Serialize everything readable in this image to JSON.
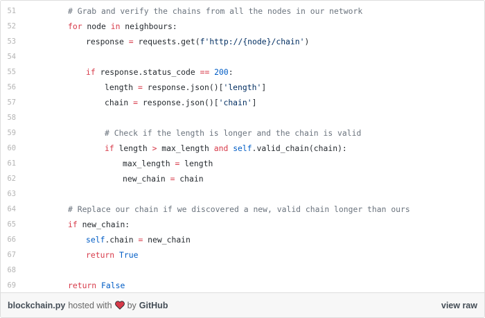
{
  "code": {
    "lines": [
      {
        "number": "51",
        "tokens": [
          {
            "text": "# Grab and verify the chains from all the nodes in our network",
            "type": "comment"
          }
        ]
      },
      {
        "number": "52",
        "tokens": [
          {
            "text": "for",
            "type": "keyword"
          },
          {
            "text": " node ",
            "type": "plain"
          },
          {
            "text": "in",
            "type": "keyword"
          },
          {
            "text": " neighbours:",
            "type": "plain"
          }
        ]
      },
      {
        "number": "53",
        "tokens": [
          {
            "text": "response ",
            "type": "plain"
          },
          {
            "text": "=",
            "type": "keyword"
          },
          {
            "text": " requests.get(",
            "type": "plain"
          },
          {
            "text": "f'http://{node}/chain'",
            "type": "string"
          },
          {
            "text": ")",
            "type": "plain"
          }
        ]
      },
      {
        "number": "54",
        "tokens": []
      },
      {
        "number": "55",
        "tokens": [
          {
            "text": "if",
            "type": "keyword"
          },
          {
            "text": " response.status_code ",
            "type": "plain"
          },
          {
            "text": "==",
            "type": "keyword"
          },
          {
            "text": " ",
            "type": "plain"
          },
          {
            "text": "200",
            "type": "const"
          },
          {
            "text": ":",
            "type": "plain"
          }
        ]
      },
      {
        "number": "56",
        "tokens": [
          {
            "text": "length ",
            "type": "plain"
          },
          {
            "text": "=",
            "type": "keyword"
          },
          {
            "text": " response.json()[",
            "type": "plain"
          },
          {
            "text": "'length'",
            "type": "string"
          },
          {
            "text": "]",
            "type": "plain"
          }
        ]
      },
      {
        "number": "57",
        "tokens": [
          {
            "text": "chain ",
            "type": "plain"
          },
          {
            "text": "=",
            "type": "keyword"
          },
          {
            "text": " response.json()[",
            "type": "plain"
          },
          {
            "text": "'chain'",
            "type": "string"
          },
          {
            "text": "]",
            "type": "plain"
          }
        ]
      },
      {
        "number": "58",
        "tokens": []
      },
      {
        "number": "59",
        "tokens": [
          {
            "text": "# Check if the length is longer and the chain is valid",
            "type": "comment"
          }
        ]
      },
      {
        "number": "60",
        "tokens": [
          {
            "text": "if",
            "type": "keyword"
          },
          {
            "text": " length ",
            "type": "plain"
          },
          {
            "text": ">",
            "type": "keyword"
          },
          {
            "text": " max_length ",
            "type": "plain"
          },
          {
            "text": "and",
            "type": "keyword"
          },
          {
            "text": " ",
            "type": "plain"
          },
          {
            "text": "self",
            "type": "const"
          },
          {
            "text": ".valid_chain(chain):",
            "type": "plain"
          }
        ]
      },
      {
        "number": "61",
        "tokens": [
          {
            "text": "max_length ",
            "type": "plain"
          },
          {
            "text": "=",
            "type": "keyword"
          },
          {
            "text": " length",
            "type": "plain"
          }
        ]
      },
      {
        "number": "62",
        "tokens": [
          {
            "text": "new_chain ",
            "type": "plain"
          },
          {
            "text": "=",
            "type": "keyword"
          },
          {
            "text": " chain",
            "type": "plain"
          }
        ]
      },
      {
        "number": "63",
        "tokens": []
      },
      {
        "number": "64",
        "tokens": [
          {
            "text": "# Replace our chain if we discovered a new, valid chain longer than ours",
            "type": "comment"
          }
        ]
      },
      {
        "number": "65",
        "tokens": [
          {
            "text": "if",
            "type": "keyword"
          },
          {
            "text": " new_chain:",
            "type": "plain"
          }
        ]
      },
      {
        "number": "66",
        "tokens": [
          {
            "text": "self",
            "type": "const"
          },
          {
            "text": ".chain ",
            "type": "plain"
          },
          {
            "text": "=",
            "type": "keyword"
          },
          {
            "text": " new_chain",
            "type": "plain"
          }
        ]
      },
      {
        "number": "67",
        "tokens": [
          {
            "text": "return",
            "type": "keyword"
          },
          {
            "text": " ",
            "type": "plain"
          },
          {
            "text": "True",
            "type": "const"
          }
        ]
      },
      {
        "number": "68",
        "tokens": []
      },
      {
        "number": "69",
        "tokens": [
          {
            "text": "return",
            "type": "keyword"
          },
          {
            "text": " ",
            "type": "plain"
          },
          {
            "text": "False",
            "type": "const"
          }
        ]
      }
    ]
  },
  "footer": {
    "filename": "blockchain.py",
    "hosted_with": "hosted with",
    "by": "by",
    "github": "GitHub",
    "view_raw": "view raw",
    "heart_color": "#d73a49"
  }
}
